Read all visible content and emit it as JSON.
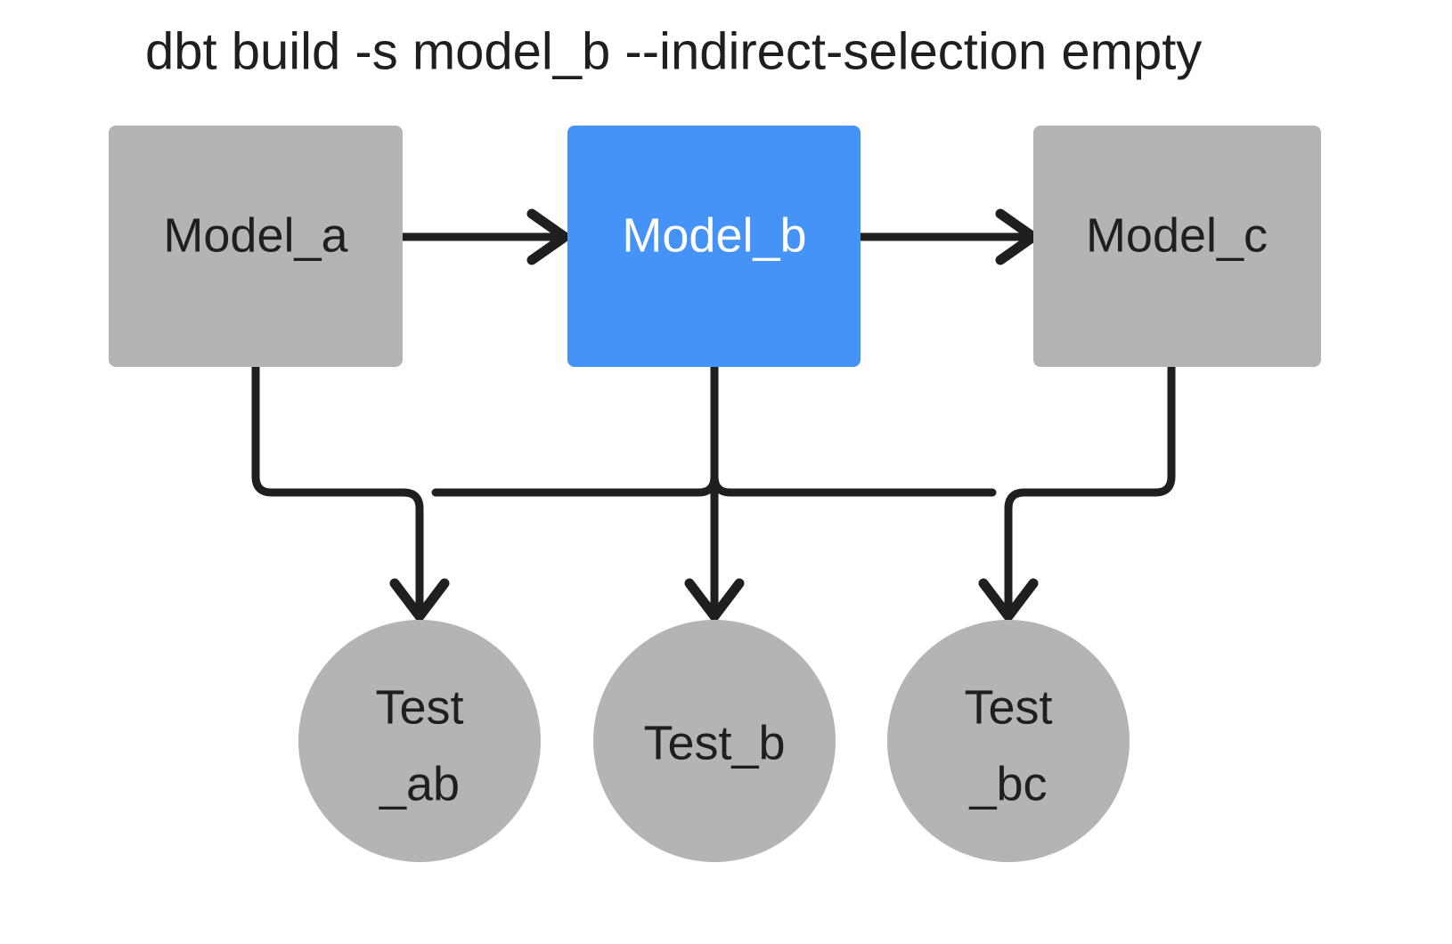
{
  "diagram": {
    "title": "dbt build -s model_b --indirect-selection empty",
    "background_color": "#ffffff",
    "colors": {
      "node_gray": "#b4b4b4",
      "node_selected_blue": "#4593f7",
      "edge_black": "#1f1f1f",
      "label_dark": "#1f1f1f",
      "label_light": "#ffffff"
    },
    "models": [
      {
        "id": "model_a",
        "label": "Model_a",
        "shape": "rectangle",
        "fill": "#b4b4b4",
        "text_color": "#1f1f1f",
        "selected": false
      },
      {
        "id": "model_b",
        "label": "Model_b",
        "shape": "rectangle",
        "fill": "#4593f7",
        "text_color": "#ffffff",
        "selected": true
      },
      {
        "id": "model_c",
        "label": "Model_c",
        "shape": "rectangle",
        "fill": "#b4b4b4",
        "text_color": "#1f1f1f",
        "selected": false
      }
    ],
    "tests": [
      {
        "id": "test_ab",
        "label": "Test_ab",
        "label_line1": "Test",
        "label_line2": "_ab",
        "shape": "circle",
        "fill": "#b4b4b4",
        "text_color": "#1f1f1f",
        "selected": false
      },
      {
        "id": "test_b",
        "label": "Test_b",
        "label_line1": "Test_b",
        "label_line2": "",
        "shape": "circle",
        "fill": "#b4b4b4",
        "text_color": "#1f1f1f",
        "selected": false
      },
      {
        "id": "test_bc",
        "label": "Test_bc",
        "label_line1": "Test",
        "label_line2": "_bc",
        "shape": "circle",
        "fill": "#b4b4b4",
        "text_color": "#1f1f1f",
        "selected": false
      }
    ],
    "edges": [
      {
        "from": "model_a",
        "to": "model_b",
        "direction": "horizontal"
      },
      {
        "from": "model_b",
        "to": "model_c",
        "direction": "horizontal"
      },
      {
        "from": "model_a",
        "to": "test_ab",
        "direction": "orthogonal"
      },
      {
        "from": "model_b",
        "to": "test_ab",
        "direction": "orthogonal"
      },
      {
        "from": "model_b",
        "to": "test_b",
        "direction": "vertical"
      },
      {
        "from": "model_b",
        "to": "test_bc",
        "direction": "orthogonal"
      },
      {
        "from": "model_c",
        "to": "test_bc",
        "direction": "orthogonal"
      }
    ]
  }
}
